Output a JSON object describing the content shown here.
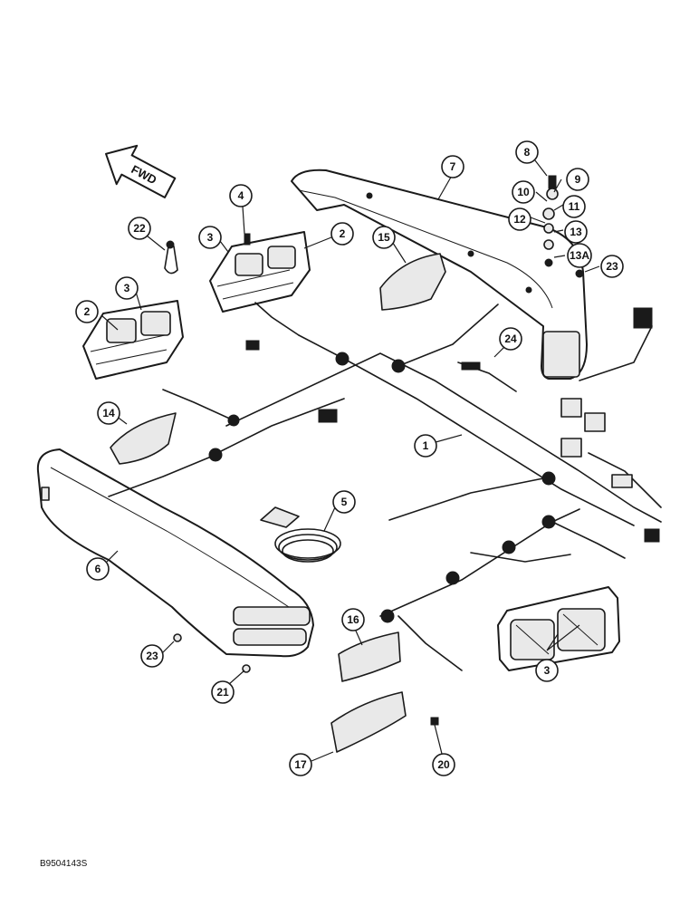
{
  "direction_arrow": {
    "label": "FWD"
  },
  "figure_code": "B9504143S",
  "callouts": {
    "c1": "1",
    "c2a": "2",
    "c2b": "2",
    "c3a": "3",
    "c3b": "3",
    "c3c": "3",
    "c4": "4",
    "c5": "5",
    "c6": "6",
    "c7": "7",
    "c8": "8",
    "c9": "9",
    "c10": "10",
    "c11": "11",
    "c12": "12",
    "c13": "13",
    "c13a": "13A",
    "c14": "14",
    "c15": "15",
    "c16": "16",
    "c17": "17",
    "c20": "20",
    "c21": "21",
    "c22": "22",
    "c23a": "23",
    "c23b": "23",
    "c24": "24"
  }
}
